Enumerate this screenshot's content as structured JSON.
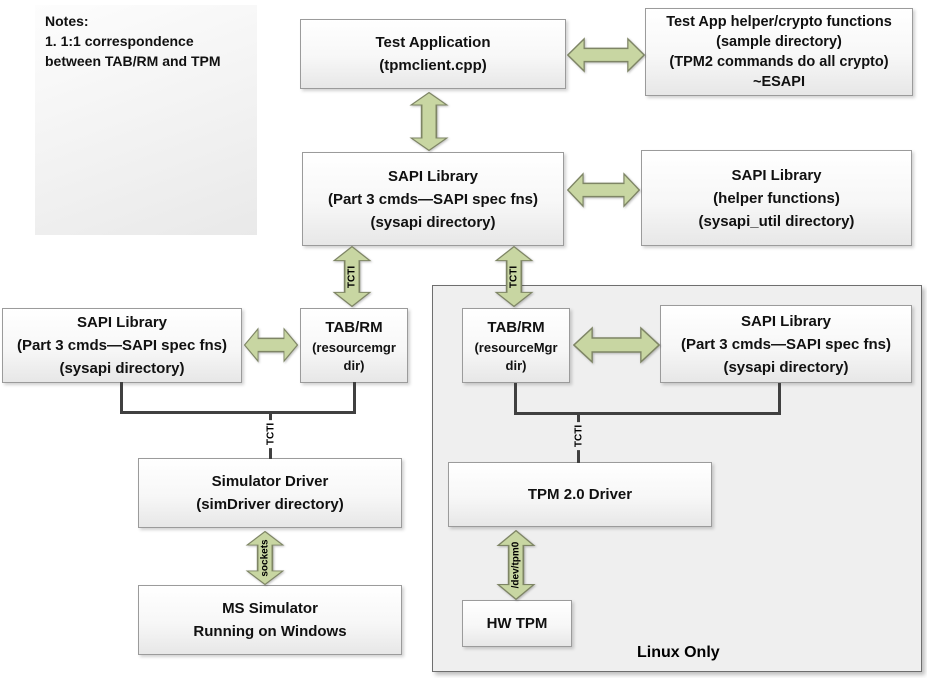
{
  "notes": {
    "lines": [
      "Notes:",
      "1.  1:1 correspondence",
      "between TAB/RM and TPM"
    ]
  },
  "boxes": {
    "test_application": {
      "lines": [
        "Test Application",
        "(tpmclient.cpp)"
      ]
    },
    "test_app_helper": {
      "lines": [
        "Test App helper/crypto functions",
        "(sample directory)",
        "(TPM2 commands do all crypto)",
        "~ESAPI"
      ]
    },
    "sapi_main": {
      "lines": [
        "SAPI Library",
        "(Part 3 cmds—SAPI spec fns)",
        "(sysapi directory)"
      ]
    },
    "sapi_helper": {
      "lines": [
        "SAPI Library",
        "(helper functions)",
        "(sysapi_util directory)"
      ]
    },
    "sapi_left": {
      "lines": [
        "SAPI Library",
        "(Part 3 cmds—SAPI spec fns)",
        "(sysapi directory)"
      ]
    },
    "tab_rm_left": {
      "lines": [
        "TAB/RM",
        "(resourcemgr",
        "dir)"
      ]
    },
    "tab_rm_linux": {
      "lines": [
        "TAB/RM",
        "(resourceMgr",
        "dir)"
      ]
    },
    "sapi_linux": {
      "lines": [
        "SAPI Library",
        "(Part 3 cmds—SAPI spec fns)",
        "(sysapi directory)"
      ]
    },
    "simulator_driver": {
      "lines": [
        "Simulator Driver",
        "(simDriver directory)"
      ]
    },
    "ms_simulator": {
      "lines": [
        "MS Simulator",
        "Running on Windows"
      ]
    },
    "tpm_driver": {
      "lines": [
        "TPM 2.0 Driver"
      ]
    },
    "hw_tpm": {
      "lines": [
        "HW TPM"
      ]
    }
  },
  "labels": {
    "tcti_left": "TCTI",
    "tcti_right": "TCTI",
    "tcti_bracket_left": "TCTI",
    "tcti_bracket_right": "TCTI",
    "sockets": "sockets",
    "dev_tpm0": "/dev/tpm0",
    "linux_only": "Linux Only"
  },
  "colors": {
    "arrow_fill": "#c8d6a2",
    "arrow_stroke": "#7e8565",
    "line_color": "#404040",
    "box_border": "#9b9b9b",
    "linux_fill": "#efefef"
  }
}
